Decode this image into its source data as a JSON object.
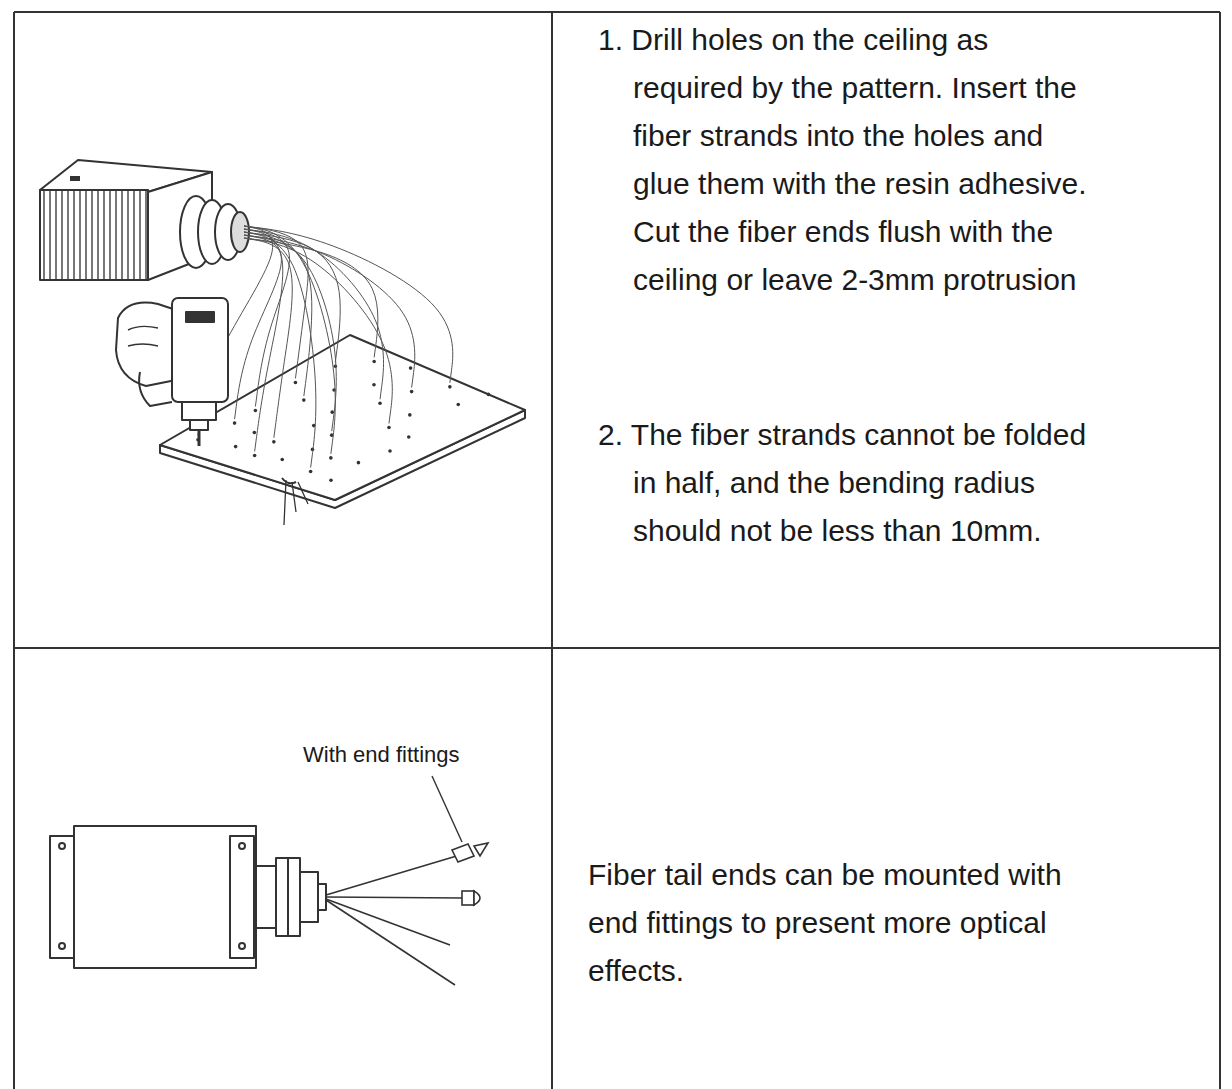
{
  "diagram": {
    "labels": [
      "1. Drill holes on the ceiling as required by the pattern. Insert the fiber strands into the holes and glue them with the resin adhesive. Cut the fiber ends flush with the ceiling or leave 2-3mm protrusion",
      "2. The fiber strands cannot be folded in half, and the bending radius should not be less than 10mm.",
      "With end fittings",
      "Fiber tail ends can be mounted with end fittings to present more optical effects."
    ]
  }
}
